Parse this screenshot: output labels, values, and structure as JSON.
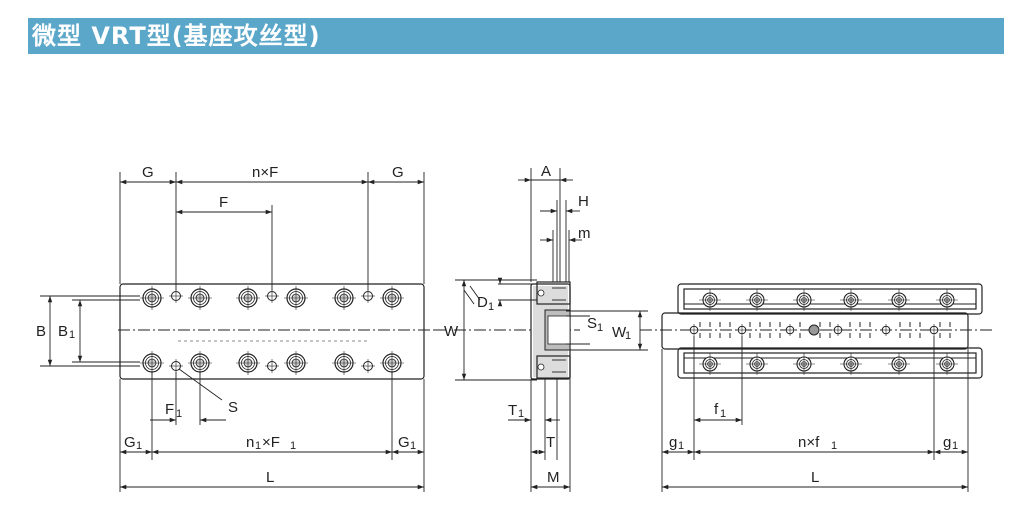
{
  "title": "微型  VRT型(基座攻丝型)",
  "colors": {
    "header_bg": "#5ba7c9",
    "header_text": "#ffffff",
    "line": "#222222"
  },
  "labels": {
    "G": "G",
    "nxF": "n×F",
    "F": "F",
    "B": "B",
    "B1": "B",
    "B1_sub": "1",
    "F1": "F",
    "F1_sub": "1",
    "S": "S",
    "G1": "G",
    "G1_sub": "1",
    "n1xF1": "n",
    "n1xF1_sub": "1",
    "n1xF1_mid": "×F",
    "n1xF1_sub2": "1",
    "L": "L",
    "A": "A",
    "H": "H",
    "m": "m",
    "D1": "D",
    "D1_sub": "1",
    "W": "W",
    "S1": "S",
    "S1_sub": "1",
    "W1": "W",
    "W1_sub": "1",
    "T1": "T",
    "T1_sub": "1",
    "T": "T",
    "M": "M",
    "f1": "f",
    "f1_sub": "1",
    "g1": "g",
    "g1_sub": "1",
    "nxf1": "n×f",
    "nxf1_sub": "1"
  }
}
